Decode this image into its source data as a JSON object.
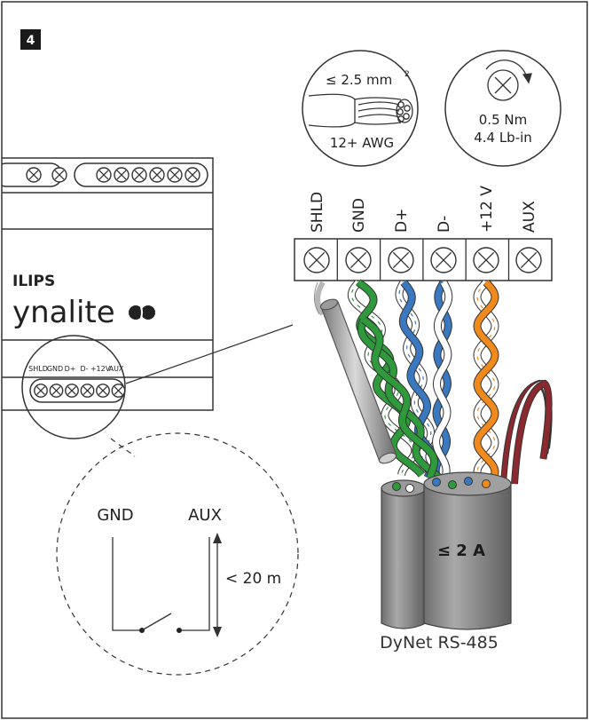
{
  "step_number": "4",
  "wire_spec": {
    "size_label": "≤ 2.5 mm",
    "size_superscript": "2",
    "gauge_label": "12+ AWG"
  },
  "torque_spec": {
    "metric": "0.5 Nm",
    "imperial": "4.4 Lb-in"
  },
  "device": {
    "brand_top": "ILIPS",
    "brand_name": "ynalite",
    "small_terminal_labels": [
      "SHLD",
      "GND",
      "D+",
      "D-",
      "+12V",
      "AUX"
    ]
  },
  "terminal_block": {
    "labels": [
      "SHLD",
      "GND",
      "D+",
      "D-",
      "+12 V",
      "AUX"
    ]
  },
  "cable": {
    "current_label": "≤ 2 A",
    "bus_label": "DyNet RS-485"
  },
  "switch_detail": {
    "left_label": "GND",
    "right_label": "AUX",
    "distance_label": "< 20 m"
  },
  "colors": {
    "green": "#2e9a3c",
    "blue": "#3a78c0",
    "orange": "#f08a1c",
    "maroon": "#8b2a2e",
    "cable_gray": "#8a8a8a"
  }
}
